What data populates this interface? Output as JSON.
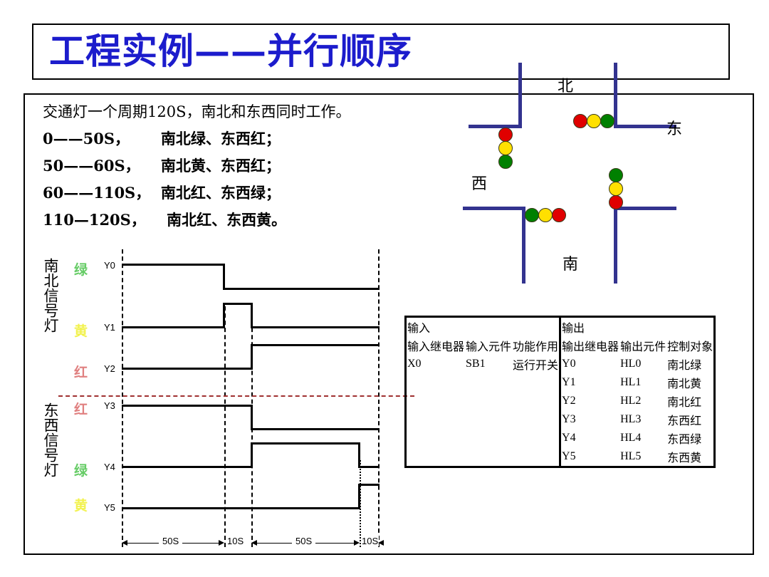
{
  "title": "工程实例——并行顺序",
  "spec": {
    "lines": [
      {
        "text": "交通灯一个周期120S，南北和东西同时工作。",
        "bold": false
      },
      {
        "text": "0——50S，      南北绿、东西红；",
        "bold": true
      },
      {
        "text": "50——60S，    南北黄、东西红；",
        "bold": true
      },
      {
        "text": "60——110S，  南北红、东西绿；",
        "bold": true
      },
      {
        "text": "110—120S，    南北红、东西黄。",
        "bold": true
      }
    ]
  },
  "intersection": {
    "directions": {
      "north": "北",
      "east": "东",
      "west": "西",
      "south": "南"
    },
    "signals": [
      {
        "name": "west-signal",
        "orientation": "vertical",
        "lamps": [
          "red",
          "yellow",
          "green"
        ]
      },
      {
        "name": "north-signal",
        "orientation": "horizontal",
        "lamps": [
          "red",
          "yellow",
          "green"
        ]
      },
      {
        "name": "east-signal",
        "orientation": "vertical",
        "lamps": [
          "green",
          "yellow",
          "red"
        ]
      },
      {
        "name": "south-signal",
        "orientation": "horizontal",
        "lamps": [
          "green",
          "yellow",
          "red"
        ]
      }
    ]
  },
  "timing": {
    "group_top_label": "南北信号灯",
    "group_bottom_label": "东西信号灯",
    "channels": [
      {
        "id": "Y0",
        "color_label": "绿",
        "color_class": "g"
      },
      {
        "id": "Y1",
        "color_label": "黄",
        "color_class": "y"
      },
      {
        "id": "Y2",
        "color_label": "红",
        "color_class": "r"
      },
      {
        "id": "Y3",
        "color_label": "红",
        "color_class": "r"
      },
      {
        "id": "Y4",
        "color_label": "绿",
        "color_class": "g"
      },
      {
        "id": "Y5",
        "color_label": "黄",
        "color_class": "y"
      }
    ],
    "axis_segments": [
      "50S",
      "10S",
      "50S",
      "10S"
    ]
  },
  "io_table": {
    "group_headers": {
      "input": "输入",
      "output": "输出"
    },
    "columns": [
      "输入继电器",
      "输入元件",
      "功能作用",
      "输出继电器",
      "输出元件",
      "控制对象"
    ],
    "rows": [
      {
        "in_relay": "X0",
        "in_element": "SB1",
        "function": "运行开关",
        "out_relay": "Y0",
        "out_element": "HL0",
        "target": "南北绿"
      },
      {
        "in_relay": "",
        "in_element": "",
        "function": "",
        "out_relay": "Y1",
        "out_element": "HL1",
        "target": "南北黄"
      },
      {
        "in_relay": "",
        "in_element": "",
        "function": "",
        "out_relay": "Y2",
        "out_element": "HL2",
        "target": "南北红"
      },
      {
        "in_relay": "",
        "in_element": "",
        "function": "",
        "out_relay": "Y3",
        "out_element": "HL3",
        "target": "东西红"
      },
      {
        "in_relay": "",
        "in_element": "",
        "function": "",
        "out_relay": "Y4",
        "out_element": "HL4",
        "target": "东西绿"
      },
      {
        "in_relay": "",
        "in_element": "",
        "function": "",
        "out_relay": "Y5",
        "out_element": "HL5",
        "target": "东西黄"
      }
    ]
  },
  "colors": {
    "title": "#1c1ccc",
    "road": "#33338f",
    "red_lamp": "#e00000",
    "yellow_lamp": "#ffe000",
    "green_lamp": "#008000",
    "separator": "#a03030"
  }
}
